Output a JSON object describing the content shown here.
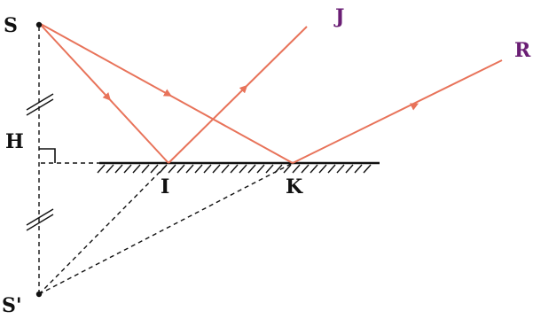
{
  "labels": {
    "source": "S",
    "image": "S'",
    "foot": "H",
    "incidence_1": "I",
    "incidence_2": "K",
    "ray_1": "J",
    "ray_2": "R"
  },
  "colors": {
    "ray": "#e8735a",
    "outline": "#111111",
    "ray_label": "#6a1e74",
    "background": "#ffffff"
  }
}
